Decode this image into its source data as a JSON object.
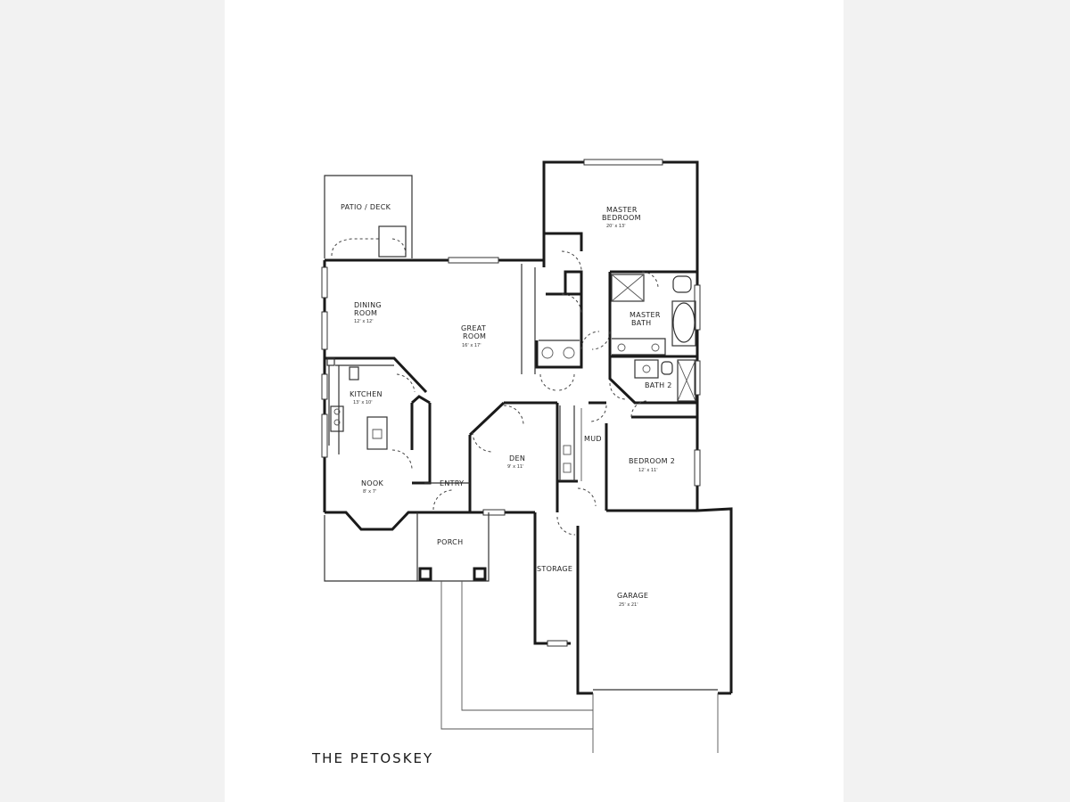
{
  "title": "THE PETOSKEY",
  "rooms": {
    "patio_deck": {
      "label": "PATIO / DECK"
    },
    "master_bedroom": {
      "label_line1": "MASTER",
      "label_line2": "BEDROOM",
      "dims": "20' x 13'"
    },
    "dining_room": {
      "label_line1": "DINING",
      "label_line2": "ROOM",
      "dims": "12' x 12'"
    },
    "great_room": {
      "label_line1": "GREAT",
      "label_line2": "ROOM",
      "dims": "16' x 17'"
    },
    "master_bath": {
      "label_line1": "MASTER",
      "label_line2": "BATH"
    },
    "bath_2": {
      "label": "BATH 2"
    },
    "kitchen": {
      "label": "KITCHEN",
      "dims": "13' x 10'"
    },
    "den": {
      "label": "DEN",
      "dims": "9' x 11'"
    },
    "mud": {
      "label": "MUD"
    },
    "bedroom_2": {
      "label": "BEDROOM 2",
      "dims": "12' x 11'"
    },
    "nook": {
      "label": "NOOK",
      "dims": "8' x 7'"
    },
    "entry": {
      "label": "ENTRY"
    },
    "porch": {
      "label": "PORCH"
    },
    "storage": {
      "label": "STORAGE"
    },
    "garage": {
      "label": "GARAGE",
      "dims": "25' x 21'"
    }
  }
}
